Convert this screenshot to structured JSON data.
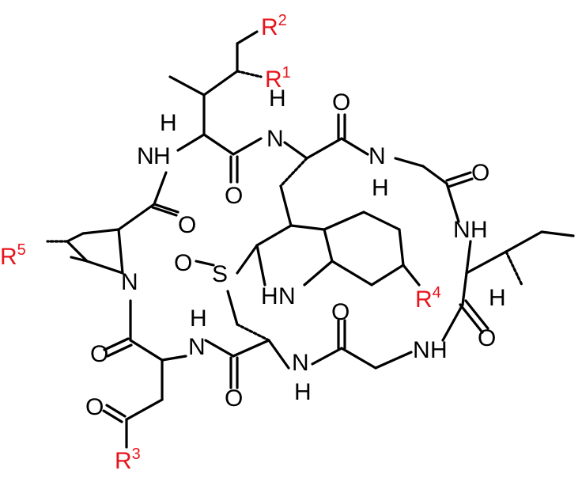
{
  "atom_labels": {
    "n_ile1": "N",
    "h_ile1_n": "H",
    "n_trp": "N",
    "h_trp_n": "H",
    "o_trp": "O",
    "n_gly1": "N",
    "h_gly1": "H",
    "o_gly1": "O",
    "n_ile2": "N",
    "h_ile2": "H",
    "o_ile2": "O",
    "o_ile1": "O",
    "o_pro": "O",
    "n_pro": "N",
    "o_sulfoxide": "O",
    "s_sulfoxide": "S",
    "n_indole": "N",
    "h_indole": "H",
    "o_asp": "O",
    "n_cys": "N",
    "h_cys_n": "H",
    "o_cys": "O",
    "n_gly2": "N",
    "h_gly2": "H",
    "o_gly2": "O",
    "n_gly2b": "N",
    "h_gly2b": "H",
    "o_asn": "O",
    "h_ile1_ca": "H",
    "h_ile2_ca": "H"
  },
  "r_groups": [
    {
      "key": "r1",
      "base": "R",
      "sup": "1"
    },
    {
      "key": "r2",
      "base": "R",
      "sup": "2"
    },
    {
      "key": "r3",
      "base": "R",
      "sup": "3"
    },
    {
      "key": "r4",
      "base": "R",
      "sup": "4"
    },
    {
      "key": "r5",
      "base": "R",
      "sup": "5"
    }
  ],
  "colors": {
    "bond": "#000000",
    "atom": "#000000",
    "r_group": "#e8141c"
  }
}
